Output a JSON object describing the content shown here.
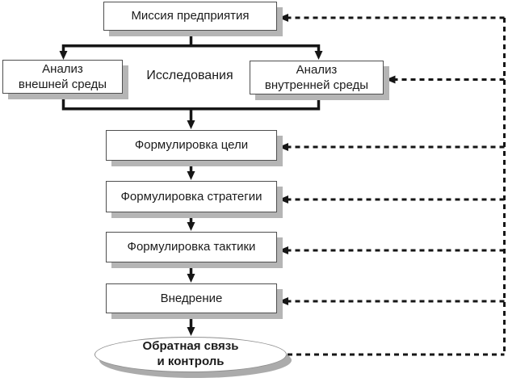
{
  "diagram": {
    "nodes": {
      "mission": {
        "label": "Миссия предприятия"
      },
      "research": {
        "label": "Исследования"
      },
      "external_analysis": {
        "line1": "Анализ",
        "line2": "внешней среды"
      },
      "internal_analysis": {
        "line1": "Анализ",
        "line2": "внутренней среды"
      },
      "goal": {
        "label": "Формулировка цели"
      },
      "strategy": {
        "label": "Формулировка стратегии"
      },
      "tactics": {
        "label": "Формулировка тактики"
      },
      "implementation": {
        "label": "Внедрение"
      },
      "feedback": {
        "line1": "Обратная связь",
        "line2": "и контроль"
      }
    },
    "colors": {
      "background": "#ffffff",
      "line": "#161616",
      "box_border": "#4f4f4f",
      "box_shadow": "#b5b5b5",
      "ellipse_border": "#8f8f8f",
      "text": "#1b1b1b"
    }
  }
}
